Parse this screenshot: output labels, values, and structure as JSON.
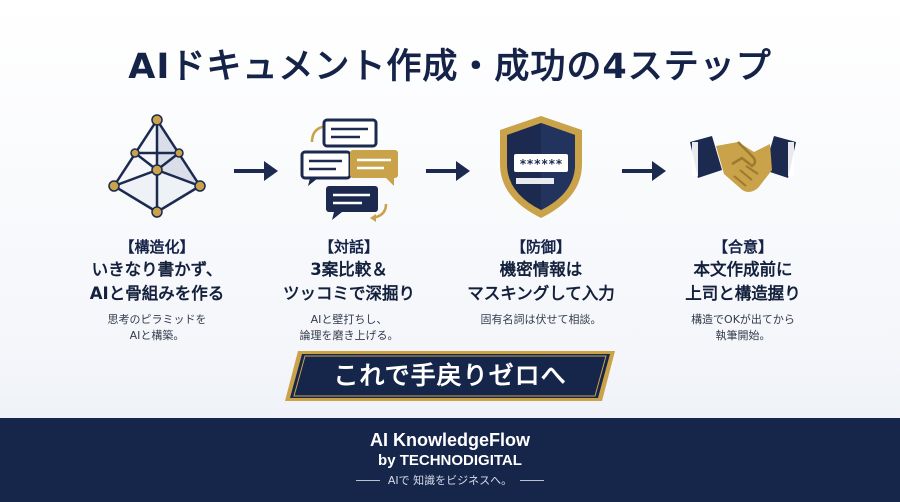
{
  "title": "AIドキュメント作成・成功の4ステップ",
  "steps": [
    {
      "tag": "【構造化】",
      "head_lines": [
        "いきなり書かず、",
        "AIと骨組みを作る"
      ],
      "desc_lines": [
        "思考のピラミッドを",
        "AIと構築。"
      ],
      "icon": "pyramid-network-icon"
    },
    {
      "tag": "【対話】",
      "head_lines": [
        "3案比較＆",
        "ツッコミで深掘り"
      ],
      "desc_lines": [
        "AIと壁打ちし、",
        "論理を磨き上げる。"
      ],
      "icon": "chat-bubbles-icon"
    },
    {
      "tag": "【防御】",
      "head_lines": [
        "機密情報は",
        "マスキングして入力"
      ],
      "desc_lines": [
        "固有名詞は伏せて相談。"
      ],
      "icon": "shield-password-icon",
      "mask_text": "******"
    },
    {
      "tag": "【合意】",
      "head_lines": [
        "本文作成前に",
        "上司と構造握り"
      ],
      "desc_lines": [
        "構造でOKが出てから",
        "執筆開始。"
      ],
      "icon": "handshake-icon"
    }
  ],
  "banner": "これで手戻りゼロへ",
  "footer": {
    "brand": "AI KnowledgeFlow",
    "by": "by TECHNODIGITAL",
    "tagline": "AIで 知識をビジネスへ。"
  },
  "colors": {
    "navy": "#16254a",
    "gold": "#c9a24a"
  }
}
